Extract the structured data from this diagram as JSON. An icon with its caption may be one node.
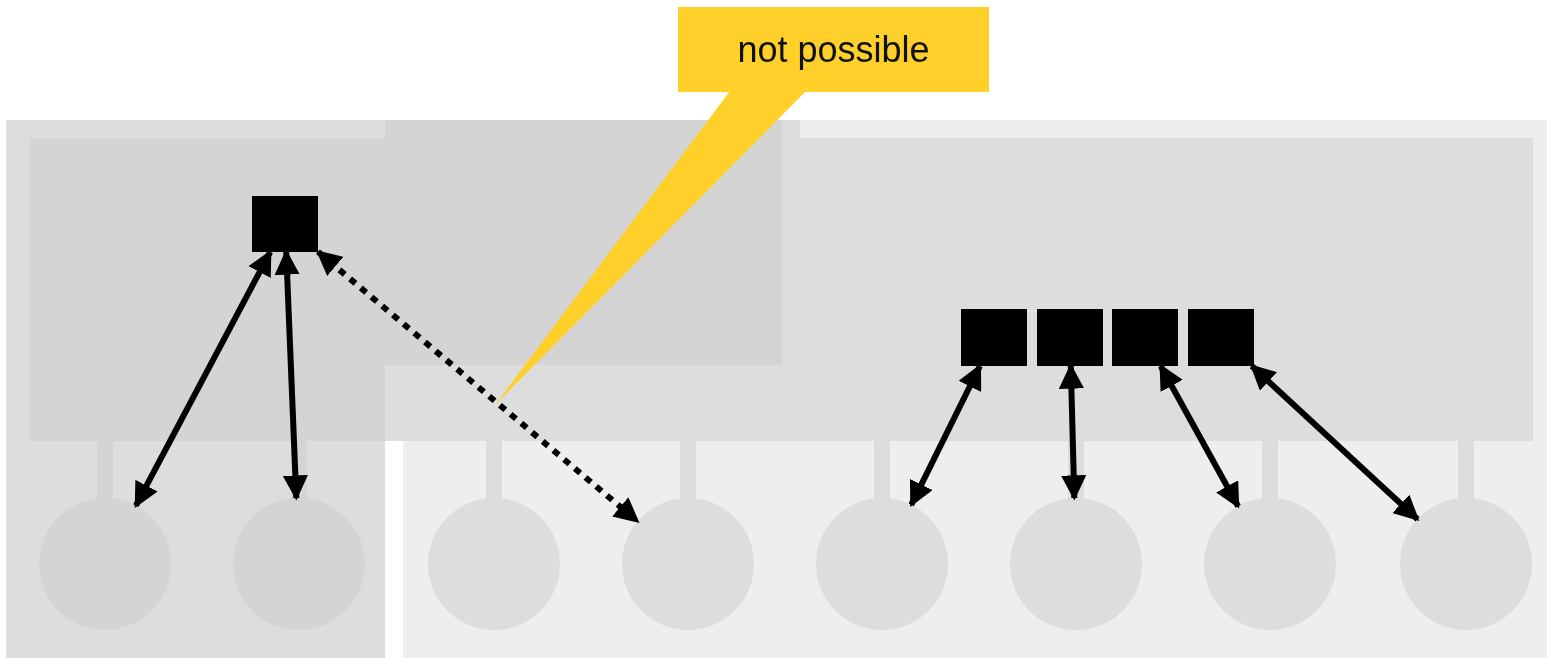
{
  "diagram": {
    "nodes": [
      {
        "text": [
          "not possible"
        ]
      },
      {
        "text": [],
        "shape": "box"
      },
      {
        "text": [],
        "shape": "box"
      },
      {
        "text": [],
        "shape": "box"
      },
      {
        "text": [],
        "shape": "box"
      },
      {
        "text": [],
        "shape": "box"
      },
      {
        "text": [],
        "shape": "circle"
      },
      {
        "text": [],
        "shape": "circle"
      },
      {
        "text": [],
        "shape": "circle"
      },
      {
        "text": [],
        "shape": "circle"
      },
      {
        "text": [],
        "shape": "circle"
      },
      {
        "text": [],
        "shape": "circle"
      },
      {
        "text": [],
        "shape": "circle"
      },
      {
        "text": [],
        "shape": "circle"
      }
    ],
    "edges": [
      {
        "from": 1,
        "to": 6,
        "arrow": "both"
      },
      {
        "from": 1,
        "to": 7,
        "arrow": "both"
      },
      {
        "from": 1,
        "to": 9,
        "arrow": "both",
        "style": "dashed"
      },
      {
        "from": 2,
        "to": 10,
        "arrow": "both"
      },
      {
        "from": 3,
        "to": 11,
        "arrow": "both"
      },
      {
        "from": 4,
        "to": 12,
        "arrow": "both"
      },
      {
        "from": 5,
        "to": 13,
        "arrow": "both"
      }
    ]
  }
}
